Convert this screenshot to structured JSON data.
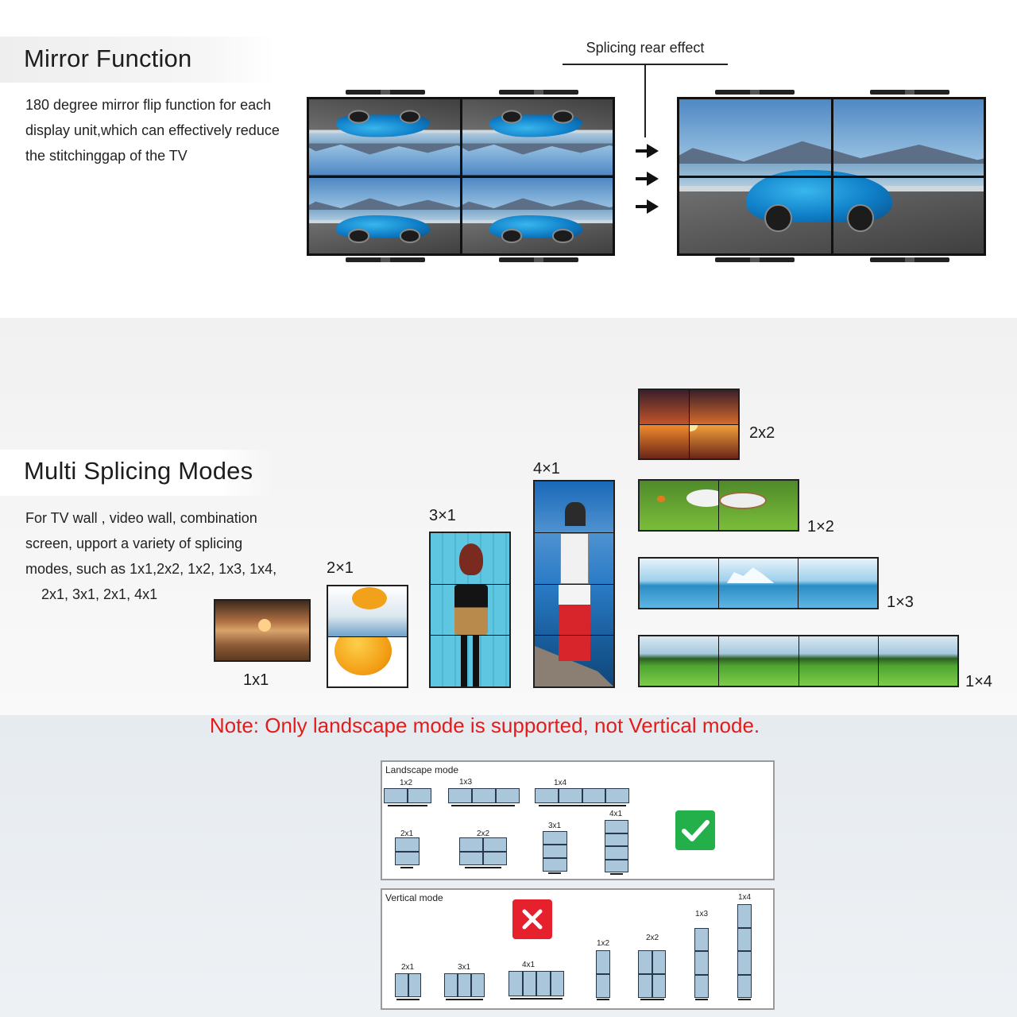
{
  "mirror": {
    "title": "Mirror Function",
    "description": "180 degree mirror flip function for each display unit,which can effectively reduce the stitchinggap of the TV",
    "splice_caption": "Splicing rear effect"
  },
  "multi": {
    "title": "Multi Splicing Modes",
    "desc_line1": "For TV wall , video wall, combination",
    "desc_line2": "screen, upport a variety of splicing",
    "desc_line3": "modes, such as 1x1,2x2, 1x2, 1x3, 1x4,",
    "desc_line4": "2x1, 3x1, 2x1, 4x1",
    "labels": {
      "m1x1": "1x1",
      "m2x1": "2×1",
      "m3x1": "3×1",
      "m4x1": "4×1",
      "m2x2": "2x2",
      "m1x2": "1×2",
      "m1x3": "1×3",
      "m1x4": "1×4"
    }
  },
  "note": {
    "text": "Note: Only landscape mode is supported, not Vertical mode."
  },
  "landscape": {
    "title": "Landscape mode",
    "labels": [
      "1x2",
      "1x3",
      "1x4",
      "4x1",
      "2x1",
      "2x2",
      "3x1"
    ]
  },
  "vertical": {
    "title": "Vertical mode",
    "labels": [
      "1x4",
      "1x3",
      "2x2",
      "1x2",
      "2x1",
      "3x1",
      "4x1"
    ]
  },
  "colors": {
    "note_red": "#e31b1b",
    "ok_green": "#23b04b",
    "no_red": "#e4212d",
    "mini_screen": "#a9c6da"
  },
  "icons": {
    "ok": "check-icon",
    "no": "cross-icon",
    "arrow": "arrow-right-icon"
  }
}
